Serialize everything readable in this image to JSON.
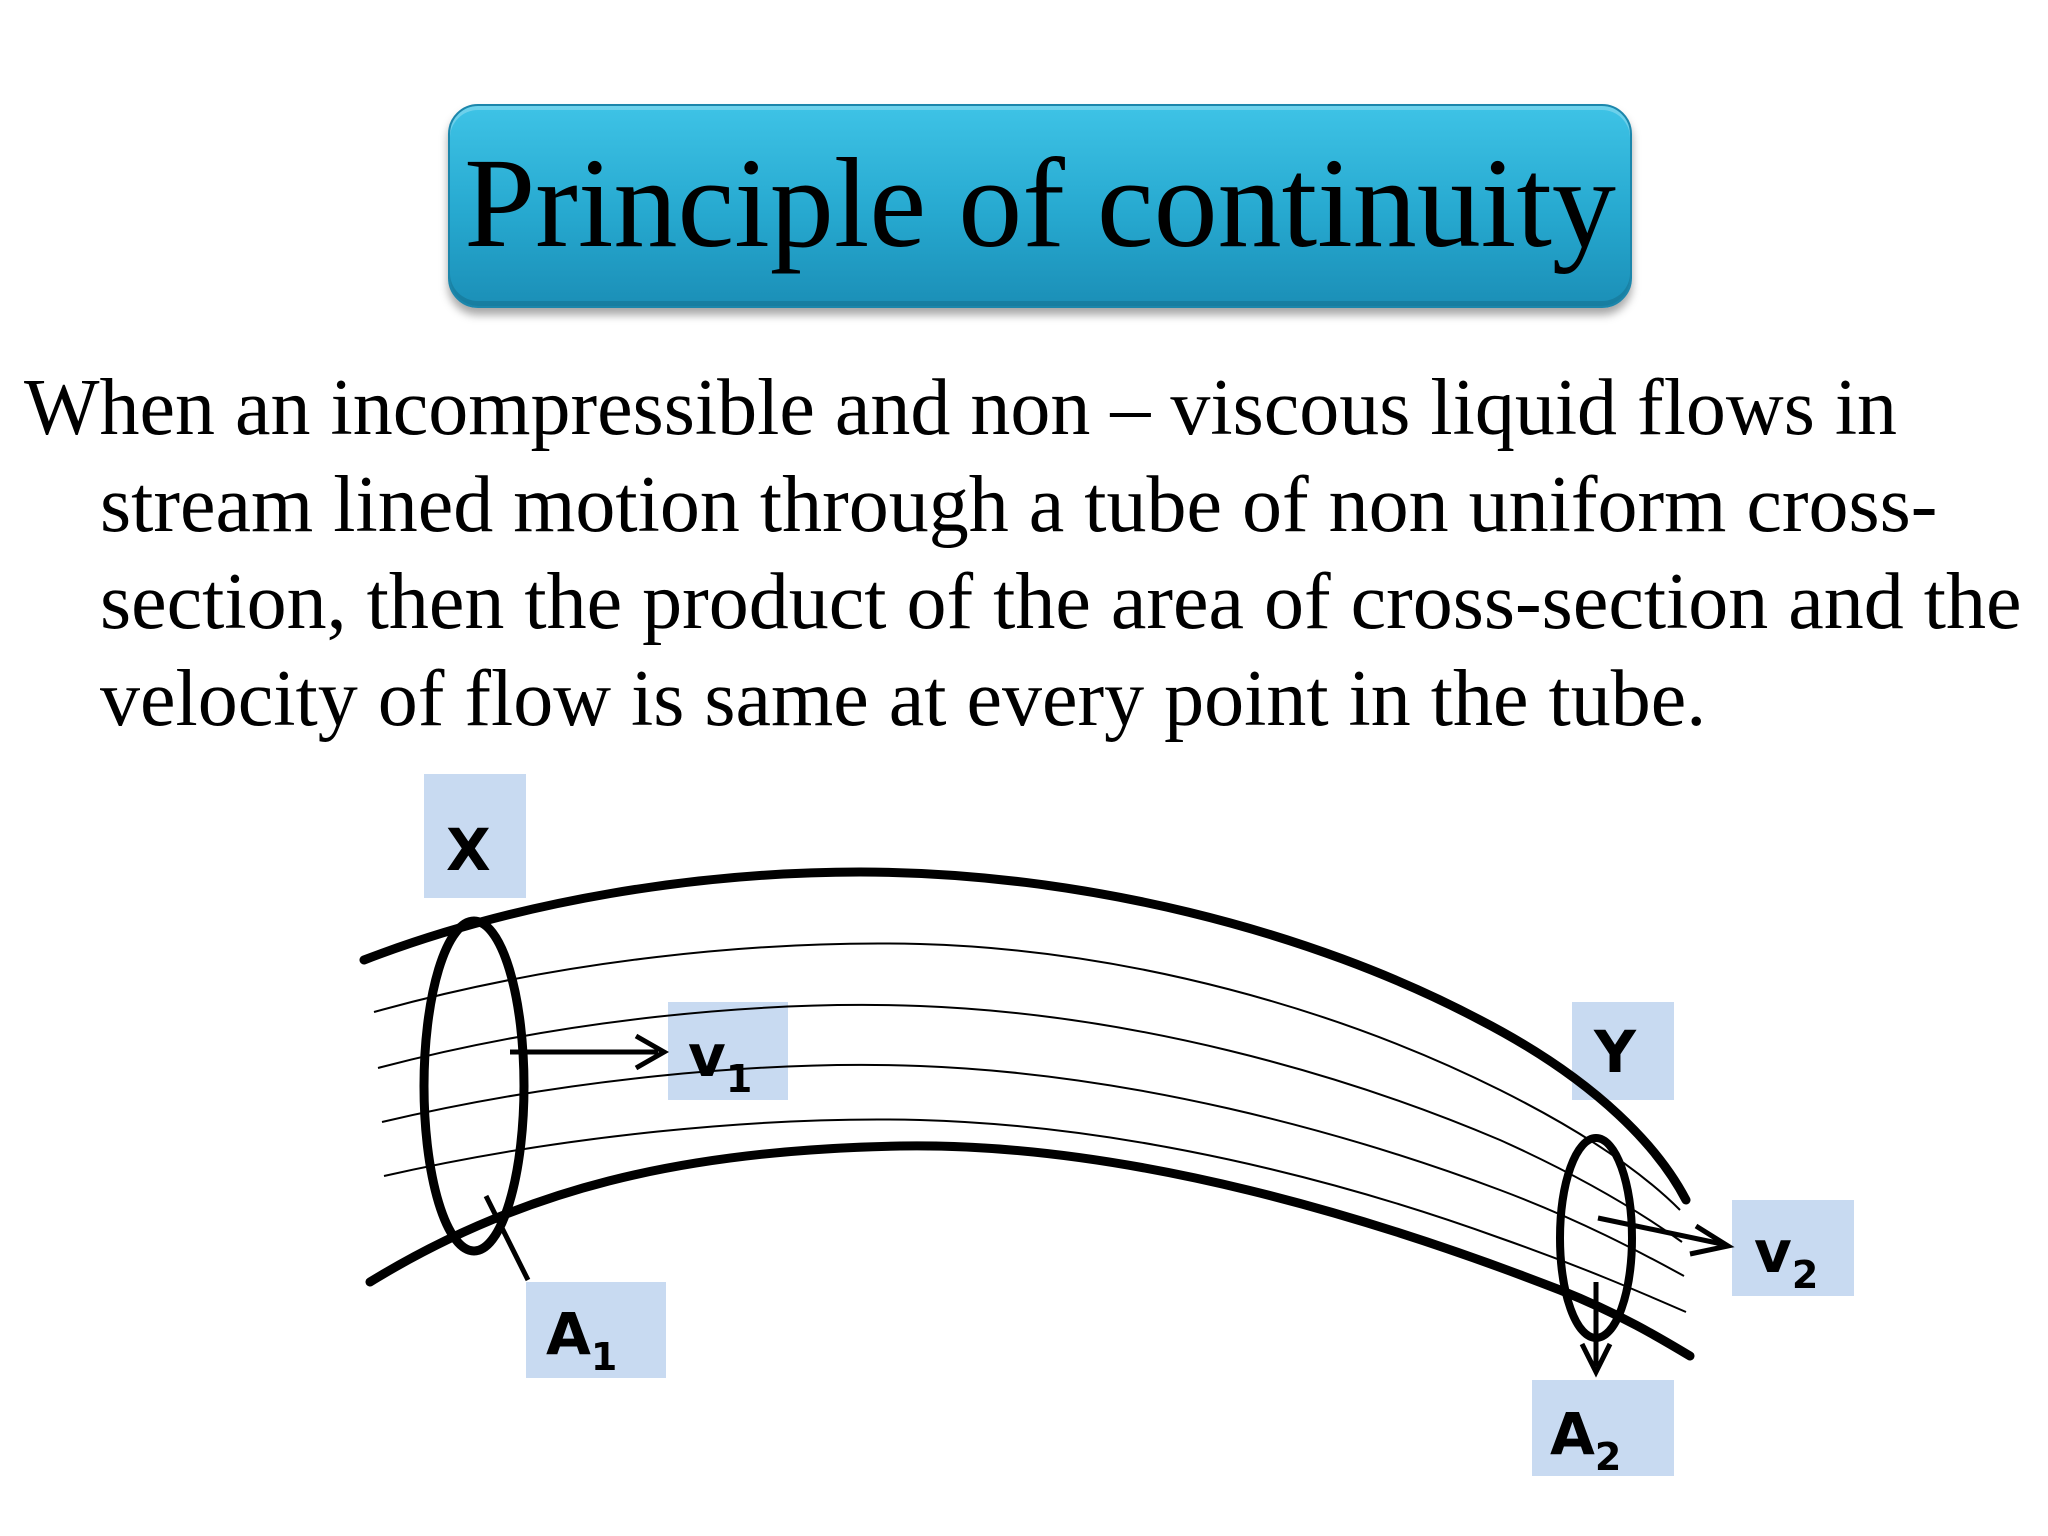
{
  "title": "Principle of continuity",
  "definition": "When an incompressible and non – viscous liquid flows in stream lined motion through a tube of non uniform cross-section, then the product of the area of cross-section and the velocity of flow is same at every point in the tube.",
  "diagram": {
    "label_x": "X",
    "label_y": "Y",
    "label_v1": {
      "base": "v",
      "sub": "1"
    },
    "label_v2": {
      "base": "v",
      "sub": "2"
    },
    "label_a1": {
      "base": "A",
      "sub": "1"
    },
    "label_a2": {
      "base": "A",
      "sub": "2"
    },
    "label_box_color": "#c8daf1"
  }
}
